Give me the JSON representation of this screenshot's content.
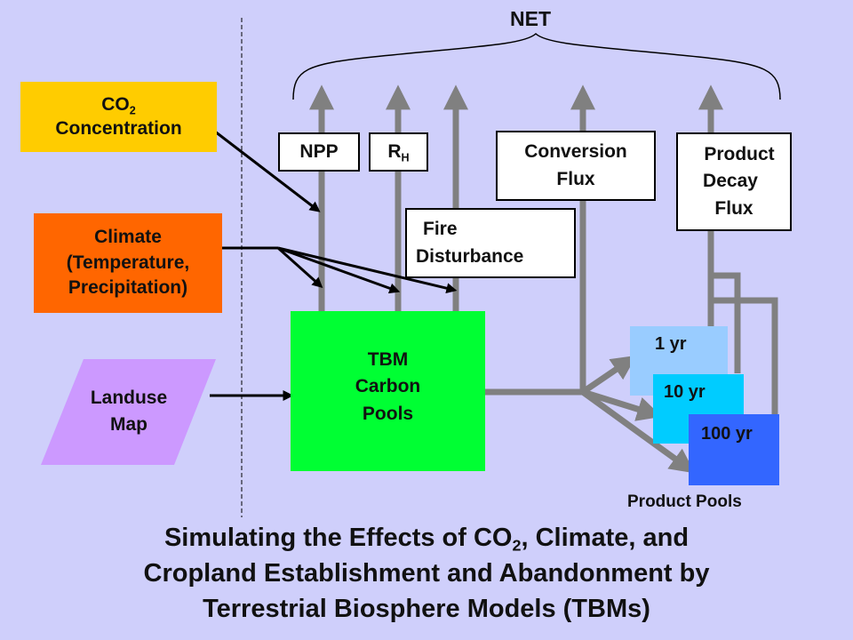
{
  "net_label": "NET",
  "inputs": {
    "co2": {
      "line1": "CO",
      "sub": "2",
      "line2": "Concentration"
    },
    "climate": {
      "line1": "Climate",
      "line2": "(Temperature,",
      "line3": "Precipitation)"
    },
    "landuse": {
      "line1": "Landuse",
      "line2": "Map"
    }
  },
  "fluxes": {
    "npp": "NPP",
    "rh": {
      "main": "R",
      "sub": "H"
    },
    "fire": {
      "line1": "Fire",
      "line2": "Disturbance"
    },
    "conversion": {
      "line1": "Conversion",
      "line2": "Flux"
    },
    "product_decay": {
      "line1": "Product",
      "line2": "Decay",
      "line3": "Flux"
    }
  },
  "tbm": {
    "line1": "TBM",
    "line2": "Carbon",
    "line3": "Pools"
  },
  "product_pools": {
    "label": "Product Pools",
    "pool_1yr": "1 yr",
    "pool_10yr": "10 yr",
    "pool_100yr": "100 yr"
  },
  "title": {
    "part1": "Simulating the Effects of CO",
    "sub": "2",
    "part2": ", Climate, and",
    "line2": "Cropland Establishment and Abandonment by",
    "line3": "Terrestrial Biosphere Models (TBMs)"
  },
  "colors": {
    "background": "#cfcffb",
    "co2_box": "#ffcc00",
    "climate_box": "#ff6600",
    "landuse_box": "#cc99ff",
    "tbm_box": "#00ff33",
    "pool_1yr": "#99ccff",
    "pool_10yr": "#00ccff",
    "pool_100yr": "#3366ff",
    "arrow_gray": "#808080"
  }
}
